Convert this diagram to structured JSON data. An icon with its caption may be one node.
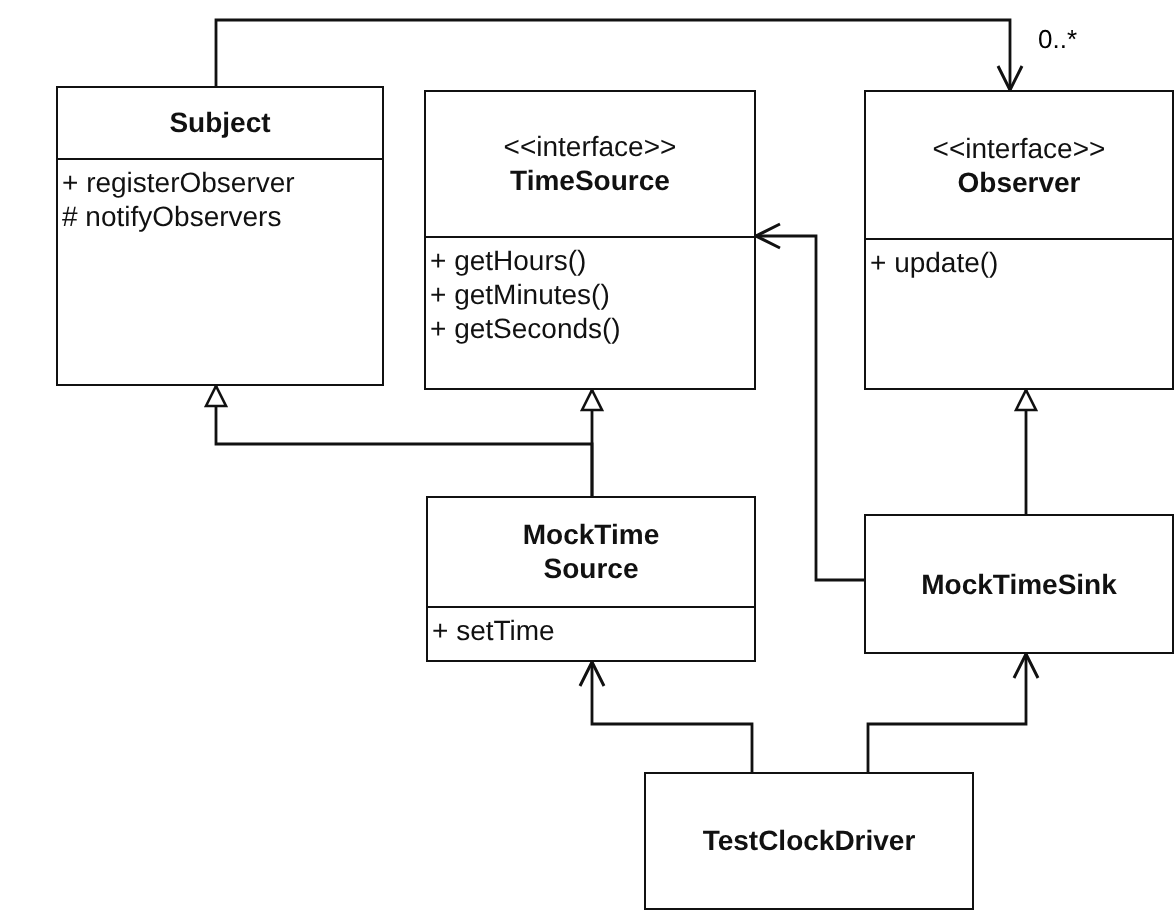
{
  "diagram": {
    "nodes": [
      {
        "text": [
          "Subject",
          "+ registerObserver",
          "# notifyObservers"
        ]
      },
      {
        "text": [
          "<<interface>>",
          "TimeSource",
          "+ getHours()",
          "+ getMinutes()",
          "+ getSeconds()"
        ]
      },
      {
        "text": [
          "<<interface>>",
          "Observer",
          "+ update()"
        ]
      },
      {
        "text": [
          "MockTime Source",
          "+ setTime"
        ]
      },
      {
        "text": [
          "MockTimeSink"
        ]
      },
      {
        "text": [
          "TestClockDriver"
        ]
      }
    ],
    "edges": [
      {
        "from": 0,
        "to": 2,
        "arrow": "to",
        "label": "0..*"
      },
      {
        "from": 3,
        "to": 1,
        "arrow": "to"
      },
      {
        "from": 3,
        "to": 0,
        "arrow": "to"
      },
      {
        "from": 4,
        "to": 2,
        "arrow": "to"
      },
      {
        "from": 4,
        "to": 1,
        "arrow": "to"
      },
      {
        "from": 5,
        "to": 3,
        "arrow": "to"
      },
      {
        "from": 5,
        "to": 4,
        "arrow": "to"
      }
    ]
  }
}
